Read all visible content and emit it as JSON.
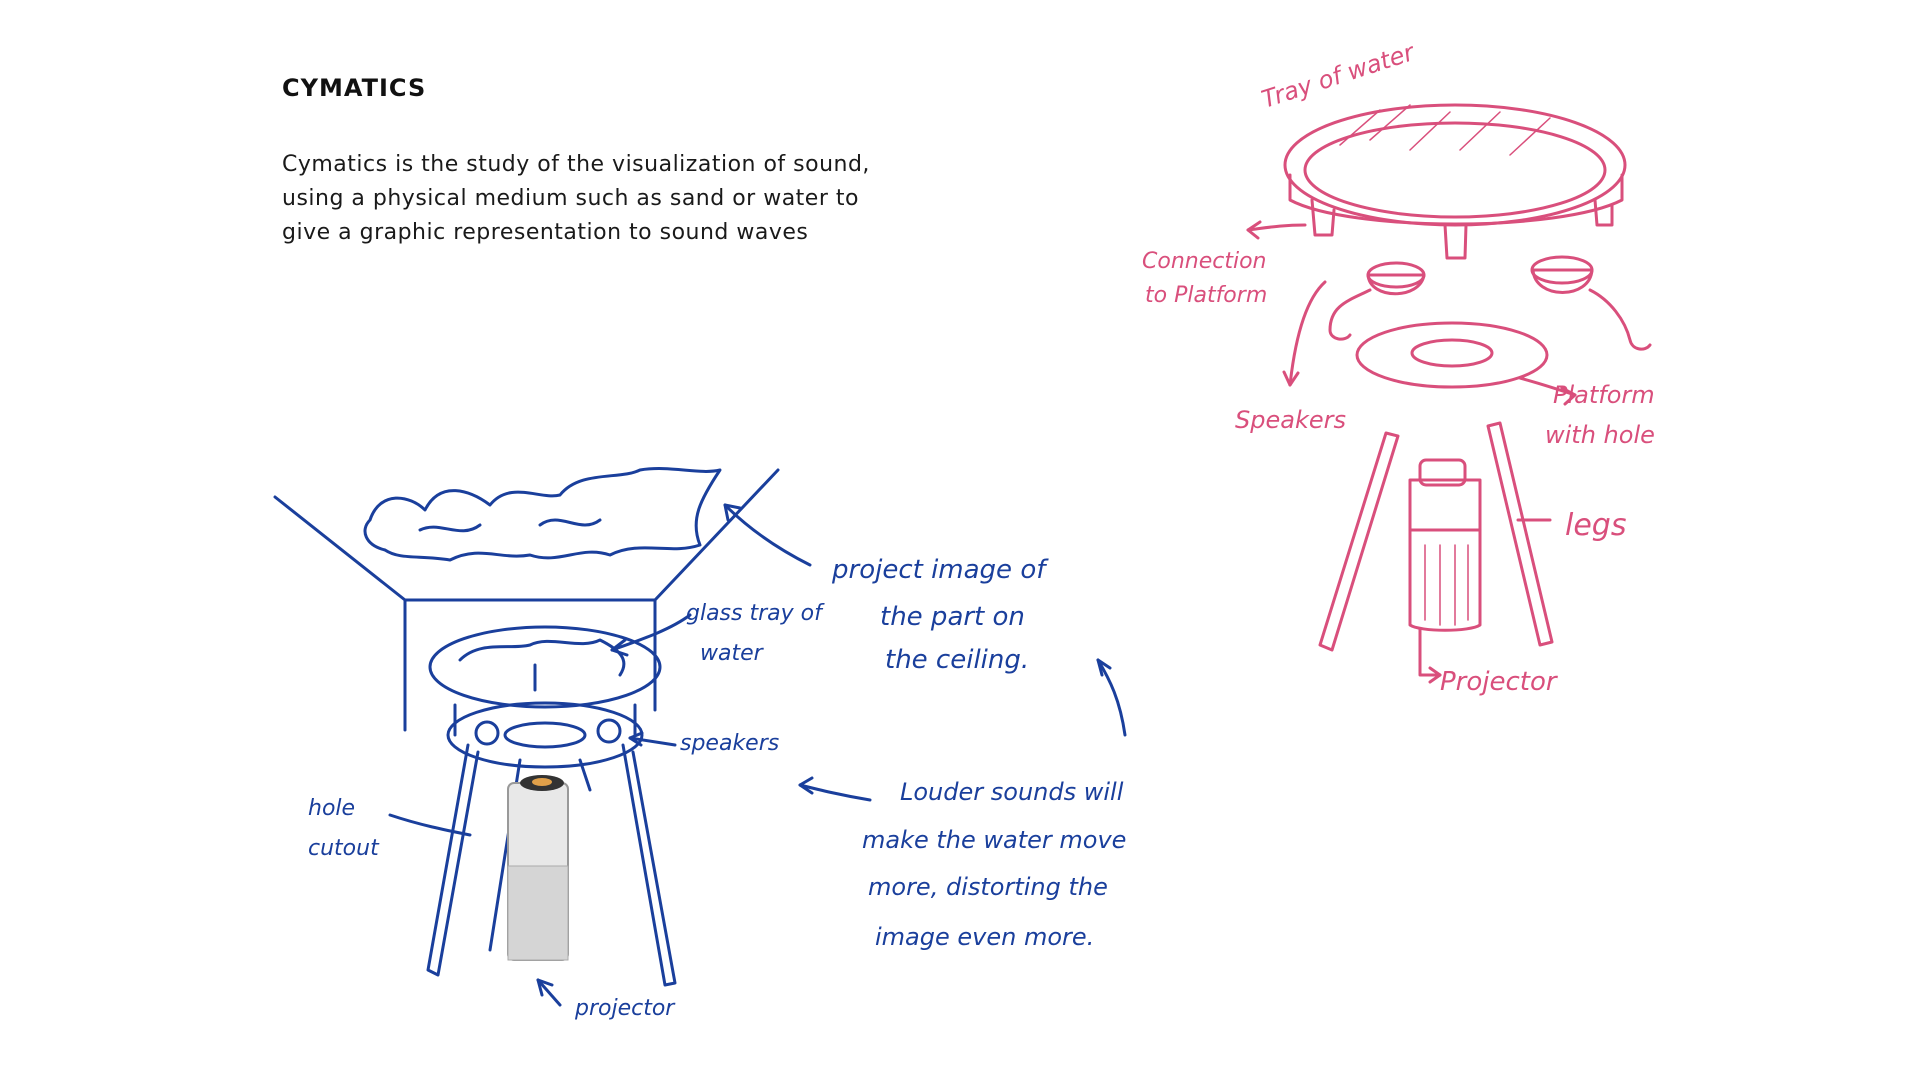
{
  "heading": {
    "title": "CYMATICS",
    "description_lines": [
      "Cymatics is the study of the visualization of sound,",
      "using a physical medium such as sand or water to",
      "give a graphic representation to sound waves"
    ]
  },
  "left_sketch": {
    "label_glass_tray": [
      "glass tray of",
      "water"
    ],
    "label_project_image": [
      "project image of",
      "the part on",
      "the ceiling."
    ],
    "label_speakers": "speakers",
    "label_hole": [
      "hole",
      "cutout"
    ],
    "label_louder": [
      "Louder sounds will",
      "make the water move",
      "more, distorting the",
      "image even more."
    ],
    "label_projector": "projector"
  },
  "right_sketch": {
    "label_tray": "Tray of water",
    "label_connection": [
      "Connection",
      "to Platform"
    ],
    "label_speakers": "Speakers",
    "label_platform": [
      "Platform",
      "with hole"
    ],
    "label_legs": "legs",
    "label_projector": "Projector"
  },
  "colors": {
    "left_ink": "#1a3f9c",
    "right_ink": "#d94f7c",
    "text": "#111111"
  }
}
